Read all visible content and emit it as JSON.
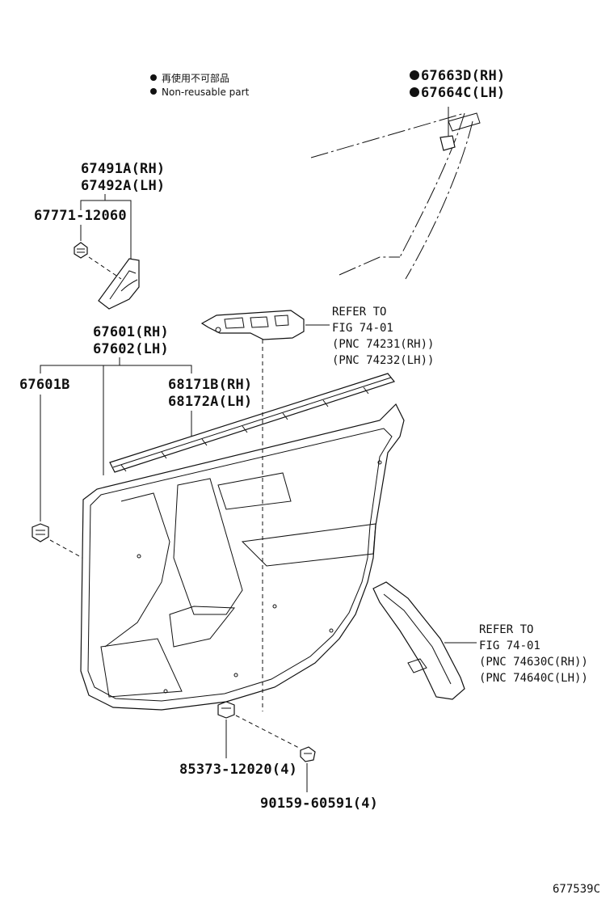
{
  "legend": {
    "japanese": "再使用不可部品",
    "english": "Non-reusable part"
  },
  "callouts": {
    "retainer_rh": "67663D(RH)",
    "retainer_lh": "67664C(LH)",
    "cover_rh": "67491A(RH)",
    "cover_lh": "67492A(LH)",
    "cover_screw": "67771-12060",
    "panel_rh": "67601(RH)",
    "panel_lh": "67602(LH)",
    "panel_clip": "67601B",
    "weatherstrip_rh": "68171B(RH)",
    "weatherstrip_lh": "68172A(LH)",
    "switch_refer": "REFER TO",
    "switch_fig": "FIG 74-01",
    "switch_pnc_rh": "(PNC 74231(RH))",
    "switch_pnc_lh": "(PNC 74232(LH))",
    "garnish_refer": "REFER TO",
    "garnish_fig": "FIG 74-01",
    "garnish_pnc_rh": "(PNC 74630C(RH))",
    "garnish_pnc_lh": "(PNC 74640C(LH))",
    "nut": "85373-12020(4)",
    "bolt": "90159-60591(4)"
  },
  "figure_number": "677539C"
}
